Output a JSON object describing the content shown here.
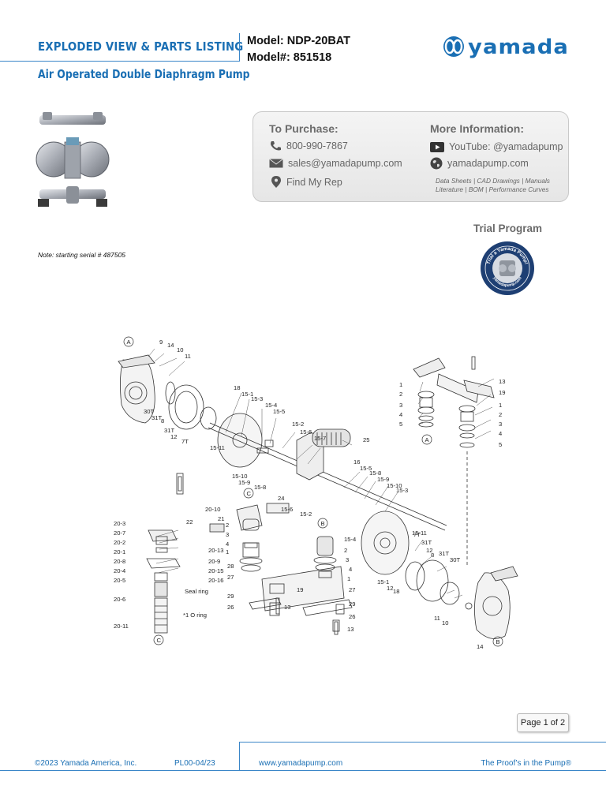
{
  "header": {
    "title": "EXPLODED VIEW & PARTS LISTING",
    "subtitle": "Air Operated Double Diaphragm Pump",
    "model_line": "Model: NDP-20BAT",
    "model_number_line": "Model#: 851518",
    "logo_text": "yamada",
    "logo_icon": "yamada-emblem-icon"
  },
  "purchase": {
    "heading": "To Purchase:",
    "phone": "800-990-7867",
    "email": "sales@yamadapump.com",
    "rep": "Find My Rep"
  },
  "info": {
    "heading": "More Information:",
    "youtube": "YouTube: @yamadapump",
    "website": "yamadapump.com",
    "resources_line1": "Data Sheets | CAD Drawings | Manuals",
    "resources_line2": "Literature | BOM | Performance Curves"
  },
  "trial": {
    "label": "Trial Program",
    "badge_top_text": "Trial a Yamada Pump!",
    "badge_bottom_text": "yamadapump.com"
  },
  "note": "Note: starting serial # 487505",
  "diagram": {
    "callouts": [
      {
        "id": "c0",
        "t": "A"
      },
      {
        "id": "c1",
        "t": "9"
      },
      {
        "id": "c2",
        "t": "14"
      },
      {
        "id": "c3",
        "t": "10"
      },
      {
        "id": "c4",
        "t": "11"
      },
      {
        "id": "c5",
        "t": "30T"
      },
      {
        "id": "c6",
        "t": "31T"
      },
      {
        "id": "c7",
        "t": "8"
      },
      {
        "id": "c8",
        "t": "31T"
      },
      {
        "id": "c9",
        "t": "12"
      },
      {
        "id": "c10",
        "t": "7T"
      },
      {
        "id": "c11",
        "t": "18"
      },
      {
        "id": "c12",
        "t": "15-1"
      },
      {
        "id": "c13",
        "t": "15-3"
      },
      {
        "id": "c14",
        "t": "15-4"
      },
      {
        "id": "c15",
        "t": "15-5"
      },
      {
        "id": "c16",
        "t": "15-2"
      },
      {
        "id": "c17",
        "t": "15-6"
      },
      {
        "id": "c18",
        "t": "15-7"
      },
      {
        "id": "c19",
        "t": "25"
      },
      {
        "id": "c20",
        "t": "15-11"
      },
      {
        "id": "c21",
        "t": "15-10"
      },
      {
        "id": "c22",
        "t": "15-9"
      },
      {
        "id": "c23",
        "t": "15-8"
      },
      {
        "id": "c24",
        "t": "C"
      },
      {
        "id": "c25",
        "t": "16"
      },
      {
        "id": "c26",
        "t": "15-5"
      },
      {
        "id": "c27",
        "t": "15-8"
      },
      {
        "id": "c28",
        "t": "15-9"
      },
      {
        "id": "c29",
        "t": "15-10"
      },
      {
        "id": "c30",
        "t": "15-3"
      },
      {
        "id": "c31",
        "t": "24"
      },
      {
        "id": "c32",
        "t": "15-6"
      },
      {
        "id": "c33",
        "t": "15-2"
      },
      {
        "id": "c34",
        "t": "20-10"
      },
      {
        "id": "c35",
        "t": "21"
      },
      {
        "id": "c36",
        "t": "22"
      },
      {
        "id": "c37",
        "t": "20-3"
      },
      {
        "id": "c38",
        "t": "20-7"
      },
      {
        "id": "c39",
        "t": "20-2"
      },
      {
        "id": "c40",
        "t": "20-1"
      },
      {
        "id": "c41",
        "t": "20-8"
      },
      {
        "id": "c42",
        "t": "20-4"
      },
      {
        "id": "c43",
        "t": "20-5"
      },
      {
        "id": "c44",
        "t": "20-6"
      },
      {
        "id": "c45",
        "t": "20-11"
      },
      {
        "id": "c46",
        "t": "C"
      },
      {
        "id": "c47",
        "t": "Seal ring"
      },
      {
        "id": "c48",
        "t": "*1 O ring"
      },
      {
        "id": "c49",
        "t": "20-13"
      },
      {
        "id": "c50",
        "t": "20-9"
      },
      {
        "id": "c51",
        "t": "20-15"
      },
      {
        "id": "c52",
        "t": "20-16"
      },
      {
        "id": "c53",
        "t": "2"
      },
      {
        "id": "c54",
        "t": "3"
      },
      {
        "id": "c55",
        "t": "4"
      },
      {
        "id": "c56",
        "t": "1"
      },
      {
        "id": "c57",
        "t": "28"
      },
      {
        "id": "c58",
        "t": "27"
      },
      {
        "id": "c59",
        "t": "29"
      },
      {
        "id": "c60",
        "t": "26"
      },
      {
        "id": "c61",
        "t": "13"
      },
      {
        "id": "c62",
        "t": "19"
      },
      {
        "id": "c63",
        "t": "B"
      },
      {
        "id": "c64",
        "t": "2"
      },
      {
        "id": "c65",
        "t": "3"
      },
      {
        "id": "c66",
        "t": "4"
      },
      {
        "id": "c67",
        "t": "1"
      },
      {
        "id": "c68",
        "t": "27"
      },
      {
        "id": "c69",
        "t": "29"
      },
      {
        "id": "c70",
        "t": "26"
      },
      {
        "id": "c71",
        "t": "13"
      },
      {
        "id": "c72",
        "t": "15-4"
      },
      {
        "id": "c73",
        "t": "15-1"
      },
      {
        "id": "c74",
        "t": "12"
      },
      {
        "id": "c75",
        "t": "18"
      },
      {
        "id": "c76",
        "t": "15-11"
      },
      {
        "id": "c77",
        "t": "7T"
      },
      {
        "id": "c78",
        "t": "31T"
      },
      {
        "id": "c79",
        "t": "12"
      },
      {
        "id": "c80",
        "t": "8"
      },
      {
        "id": "c81",
        "t": "31T"
      },
      {
        "id": "c82",
        "t": "30T"
      },
      {
        "id": "c83",
        "t": "11"
      },
      {
        "id": "c84",
        "t": "10"
      },
      {
        "id": "c85",
        "t": "14"
      },
      {
        "id": "c86",
        "t": "B"
      },
      {
        "id": "c87",
        "t": "13"
      },
      {
        "id": "c88",
        "t": "1"
      },
      {
        "id": "c89",
        "t": "2"
      },
      {
        "id": "c90",
        "t": "3"
      },
      {
        "id": "c91",
        "t": "4"
      },
      {
        "id": "c92",
        "t": "5"
      },
      {
        "id": "c93",
        "t": "A"
      },
      {
        "id": "c94",
        "t": "19"
      },
      {
        "id": "c95",
        "t": "1"
      },
      {
        "id": "c96",
        "t": "2"
      },
      {
        "id": "c97",
        "t": "3"
      },
      {
        "id": "c98",
        "t": "4"
      },
      {
        "id": "c99",
        "t": "5"
      }
    ]
  },
  "footer": {
    "page": "Page 1 of 2",
    "copyright": "©2023 Yamada America, Inc.",
    "code": "PL00-04/23",
    "url": "www.yamadapump.com",
    "slogan": "The Proof’s in the Pump®"
  }
}
